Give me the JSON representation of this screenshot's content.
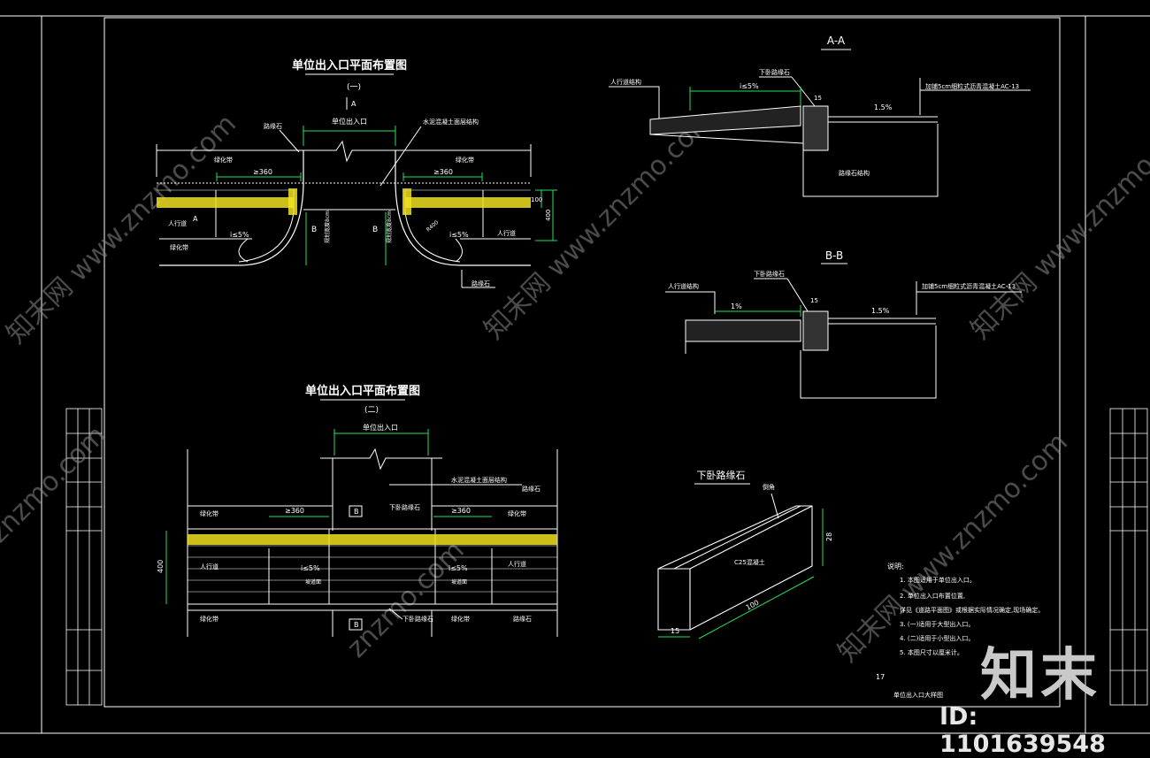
{
  "colors": {
    "background": "#000000",
    "line": "#ffffff",
    "cyan": "#37d6e8",
    "green": "#26e05a",
    "yellow": "#f0e020",
    "watermark": "#9a9a9a"
  },
  "plan1": {
    "title": "单位出入口平面布置图",
    "sub": "(一)",
    "section": "A",
    "entrance": "单位出入口",
    "curb": "路缘石",
    "concrete": "水泥混凝土面层结构",
    "green_belt": "绿化带",
    "w360": "≥360",
    "sidewalk": "人行道",
    "slope": "i≤5%",
    "B": "B",
    "width_label": "规划宽度8cm",
    "d100": "100",
    "d400": "400",
    "r": "R400",
    "curb2": "路缘石"
  },
  "plan2": {
    "title": "单位出入口平面布置图",
    "sub": "(二)",
    "entrance": "单位出入口",
    "concrete": "水泥混凝土面层结构",
    "curb": "路缘石",
    "green_belt": "绿化带",
    "w360": "≥360",
    "low_curb": "下卧路缘石",
    "B": "B",
    "sidewalk": "人行道",
    "slope": "i≤5%",
    "ramp": "坡道面",
    "d400": "400"
  },
  "secA": {
    "title": "A-A",
    "curb_label": "下卧路缘石",
    "sidewalk": "人行道结构",
    "slope": "i≤5%",
    "d15": "15",
    "asphalt": "加铺5cm细粒式沥青混凝土AC-13",
    "p15": "1.5%",
    "base": "路缘石结构"
  },
  "secB": {
    "title": "B-B",
    "curb_label": "下卧路缘石",
    "sidewalk": "人行道结构",
    "p1": "1%",
    "d15": "15",
    "asphalt": "加铺5cm细粒式沥青混凝土AC-13",
    "p15": "1.5%"
  },
  "curb3d": {
    "title": "下卧路缘石",
    "chamfer": "倒角",
    "c25": "C25混凝土",
    "d28": "28",
    "d100": "100",
    "d15": "15"
  },
  "notes": {
    "title": "说明:",
    "items": [
      "1. 本图适用于单位出入口。",
      "2. 单位出入口布置位置,",
      "   详见《道路平面图》或根据实际情况确定,现场确定。",
      "3. (一)适用于大型出入口。",
      "4. (二)适用于小型出入口。",
      "5. 本图尺寸以厘米计。"
    ],
    "page": "17",
    "footer": "单位出入口大样图"
  },
  "watermarks": [
    "知末网 www.znzmo.com",
    "知末网 www.znzmo.com",
    "知末网 www.znzmo.com",
    "知末网 www.znzmo.com",
    "znzmo.com",
    "znzmo.com"
  ],
  "brand": "知末",
  "image_id": "ID: 1101639548"
}
